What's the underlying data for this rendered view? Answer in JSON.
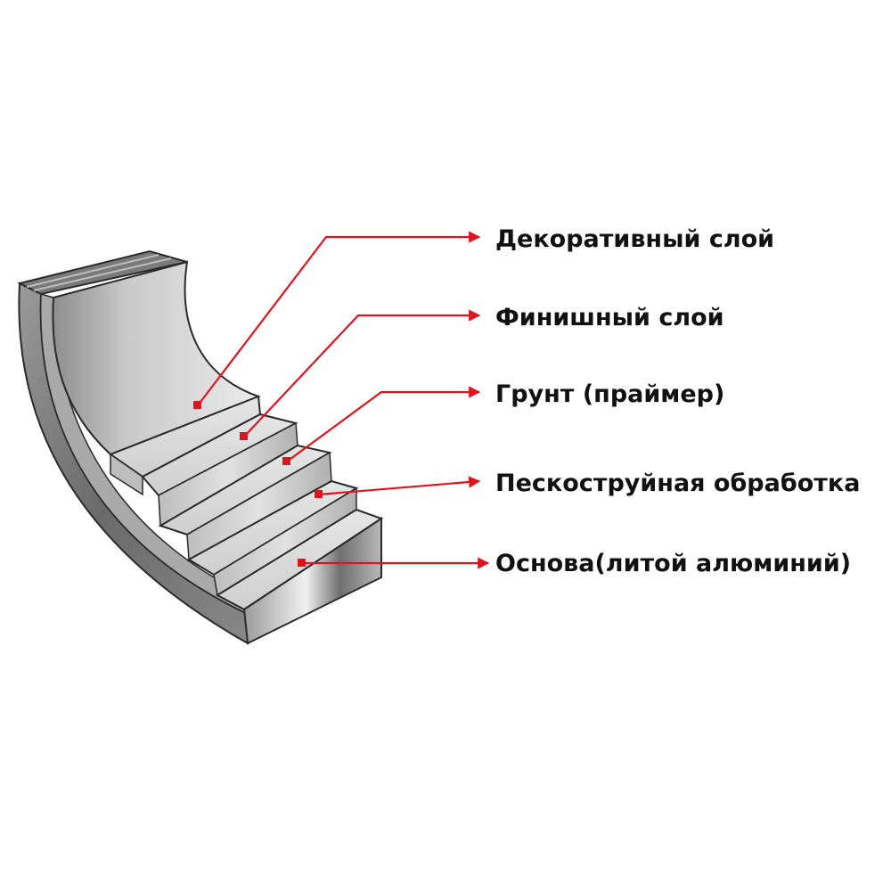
{
  "diagram": {
    "layers": [
      {
        "label": "Декоративный слой"
      },
      {
        "label": "Финишный слой"
      },
      {
        "label": "Грунт (праймер)"
      },
      {
        "label": "Пескоструйная обработка"
      },
      {
        "label": "Основа(литой алюминий)"
      }
    ],
    "colors": {
      "arrow": "#e0141e",
      "outline": "#2a2a2a",
      "surface_light": "#dcdcdc",
      "side_dark": "#6e6e6e"
    }
  }
}
